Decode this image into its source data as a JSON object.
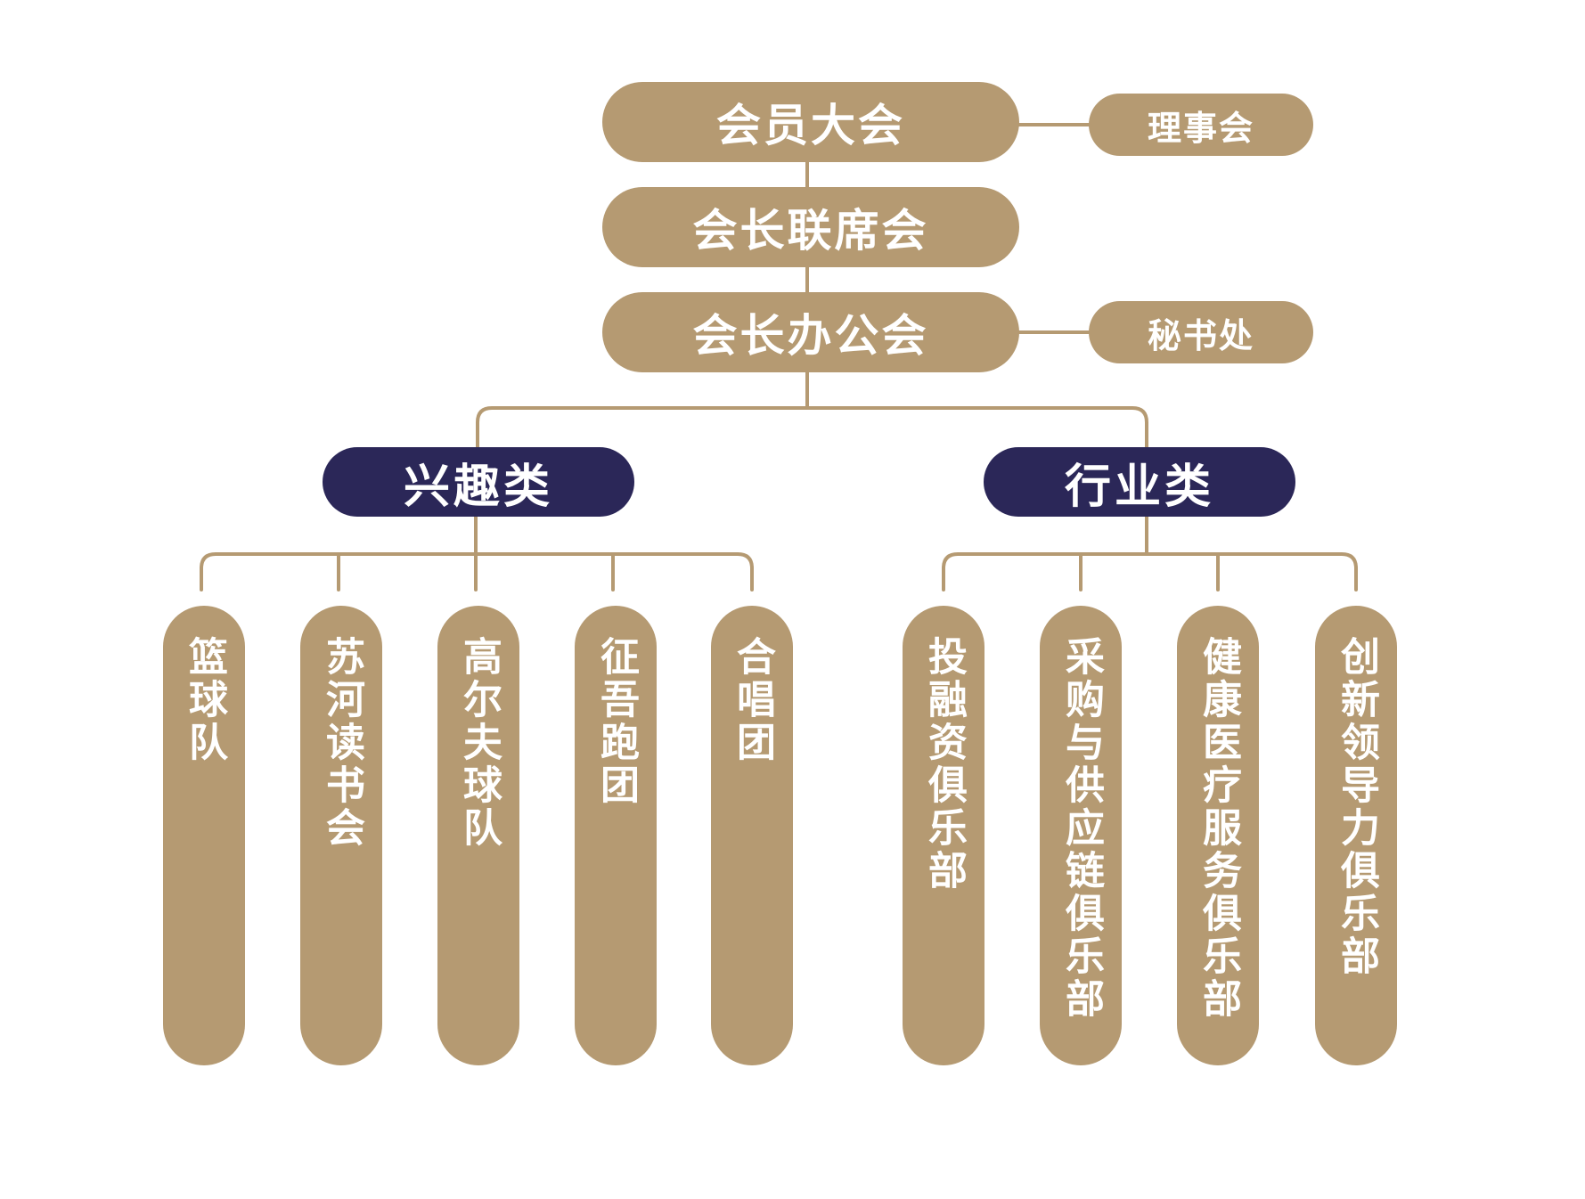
{
  "colors": {
    "gold": "#b59a72",
    "navy": "#2b2758",
    "line": "#b59a72"
  },
  "top": {
    "general_assembly": "会员大会",
    "board": "理事会",
    "presidents_joint": "会长联席会",
    "presidents_office": "会长办公会",
    "secretariat": "秘书处"
  },
  "categories": {
    "interest": {
      "label": "兴趣类",
      "clubs": [
        "篮球队",
        "苏河读书会",
        "高尔夫球队",
        "征吾跑团",
        "合唱团"
      ]
    },
    "industry": {
      "label": "行业类",
      "clubs": [
        "投融资俱乐部",
        "采购与供应链俱乐部",
        "健康医疗服务俱乐部",
        "创新领导力俱乐部"
      ]
    }
  }
}
